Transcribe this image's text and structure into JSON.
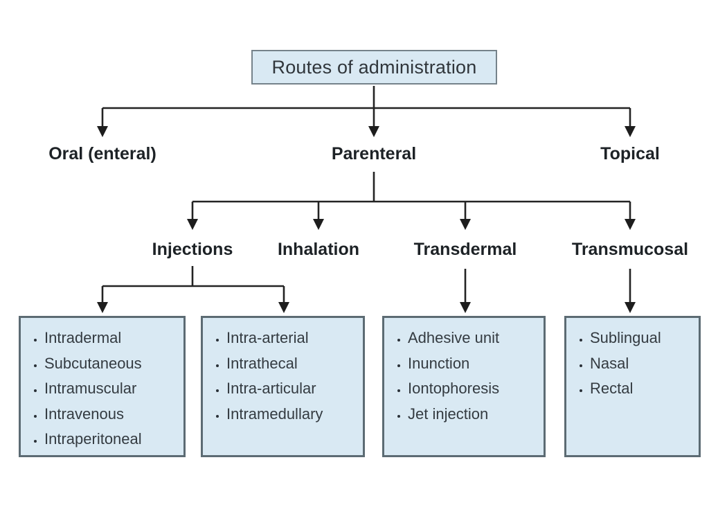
{
  "diagram": {
    "title": "Routes of administration flowchart",
    "root": {
      "label": "Routes of administration"
    },
    "level1": [
      {
        "label": "Oral (enteral)"
      },
      {
        "label": "Parenteral"
      },
      {
        "label": "Topical"
      }
    ],
    "level2": [
      {
        "label": "Injections"
      },
      {
        "label": "Inhalation"
      },
      {
        "label": "Transdermal"
      },
      {
        "label": "Transmucosal"
      }
    ],
    "boxes": [
      {
        "parent": "Injections",
        "items": [
          "Intradermal",
          "Subcutaneous",
          "Intramuscular",
          "Intravenous",
          "Intraperitoneal"
        ]
      },
      {
        "parent": "Injections",
        "items": [
          "Intra-arterial",
          "Intrathecal",
          "Intra-articular",
          "Intramedullary"
        ]
      },
      {
        "parent": "Transdermal",
        "items": [
          "Adhesive unit",
          "Inunction",
          "Iontophoresis",
          "Jet injection"
        ]
      },
      {
        "parent": "Transmucosal",
        "items": [
          "Sublingual",
          "Nasal",
          "Rectal"
        ]
      }
    ],
    "colors": {
      "box_fill": "#d9e9f3",
      "box_border": "#5c6b73",
      "root_border": "#75828a",
      "connector_line": "#232323",
      "label_text": "#1d2226",
      "item_text": "#343b41"
    }
  }
}
